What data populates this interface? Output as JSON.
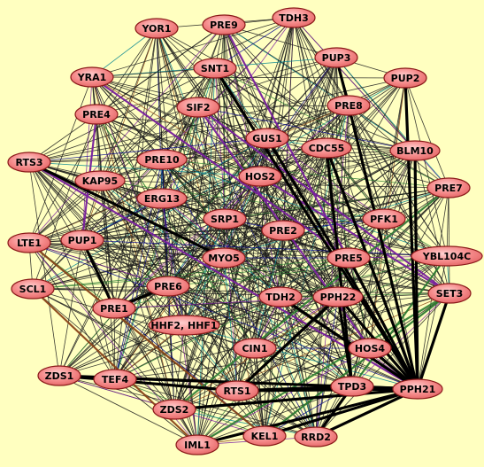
{
  "colors": {
    "background": "#ffffc0",
    "node_fill": "#f58a8a",
    "node_stroke": "#8b1a1a",
    "edge_default": "#1a1a1a",
    "edge_secondary": [
      "#2e7d32",
      "#7b1fa2",
      "#8b4513",
      "#00838f",
      "#00008b"
    ]
  },
  "nodes": [
    {
      "id": "YOR1",
      "label": "YOR1"
    },
    {
      "id": "PRE9",
      "label": "PRE9"
    },
    {
      "id": "TDH3",
      "label": "TDH3"
    },
    {
      "id": "PUP3",
      "label": "PUP3"
    },
    {
      "id": "PUP2",
      "label": "PUP2"
    },
    {
      "id": "SNT1",
      "label": "SNT1"
    },
    {
      "id": "YRA1",
      "label": "YRA1"
    },
    {
      "id": "PRE8",
      "label": "PRE8"
    },
    {
      "id": "SIF2",
      "label": "SIF2"
    },
    {
      "id": "PRE4",
      "label": "PRE4"
    },
    {
      "id": "GUS1",
      "label": "GUS1"
    },
    {
      "id": "CDC55",
      "label": "CDC55"
    },
    {
      "id": "BLM10",
      "label": "BLM10"
    },
    {
      "id": "RTS3",
      "label": "RTS3"
    },
    {
      "id": "PRE10",
      "label": "PRE10"
    },
    {
      "id": "KAP95",
      "label": "KAP95"
    },
    {
      "id": "HOS2",
      "label": "HOS2"
    },
    {
      "id": "PRE7",
      "label": "PRE7"
    },
    {
      "id": "ERG13",
      "label": "ERG13"
    },
    {
      "id": "SRP1",
      "label": "SRP1"
    },
    {
      "id": "PFK1",
      "label": "PFK1"
    },
    {
      "id": "PRE2",
      "label": "PRE2"
    },
    {
      "id": "LTE1",
      "label": "LTE1"
    },
    {
      "id": "PUP1",
      "label": "PUP1"
    },
    {
      "id": "YBL104C",
      "label": "YBL104C"
    },
    {
      "id": "MYO5",
      "label": "MYO5"
    },
    {
      "id": "PRE5",
      "label": "PRE5"
    },
    {
      "id": "SCL1",
      "label": "SCL1"
    },
    {
      "id": "PRE6",
      "label": "PRE6"
    },
    {
      "id": "SET3",
      "label": "SET3"
    },
    {
      "id": "TDH2",
      "label": "TDH2"
    },
    {
      "id": "PPH22",
      "label": "PPH22"
    },
    {
      "id": "PRE1",
      "label": "PRE1"
    },
    {
      "id": "HHF2_HHF1",
      "label": "HHF2, HHF1"
    },
    {
      "id": "CIN1",
      "label": "CIN1"
    },
    {
      "id": "HOS4",
      "label": "HOS4"
    },
    {
      "id": "ZDS1",
      "label": "ZDS1"
    },
    {
      "id": "TEF4",
      "label": "TEF4"
    },
    {
      "id": "RTS1",
      "label": "RTS1"
    },
    {
      "id": "TPD3",
      "label": "TPD3"
    },
    {
      "id": "PPH21",
      "label": "PPH21"
    },
    {
      "id": "ZDS2",
      "label": "ZDS2"
    },
    {
      "id": "KEL1",
      "label": "KEL1"
    },
    {
      "id": "RRD2",
      "label": "RRD2"
    },
    {
      "id": "IML1",
      "label": "IML1"
    }
  ],
  "heavy_edges": [
    [
      "PPH21",
      "TPD3"
    ],
    [
      "PPH21",
      "RTS1"
    ],
    [
      "PPH21",
      "CDC55"
    ],
    [
      "PPH21",
      "PPH22"
    ],
    [
      "PPH21",
      "HOS4"
    ],
    [
      "PPH21",
      "SET3"
    ],
    [
      "PPH21",
      "PRE5"
    ],
    [
      "PPH21",
      "ZDS1"
    ],
    [
      "PPH21",
      "ZDS2"
    ],
    [
      "PPH21",
      "RRD2"
    ],
    [
      "PPH21",
      "TDH2"
    ],
    [
      "PPH21",
      "PUP2"
    ],
    [
      "PPH21",
      "SNT1"
    ],
    [
      "PPH21",
      "PRE8"
    ],
    [
      "PPH21",
      "BLM10"
    ],
    [
      "TPD3",
      "RTS1"
    ],
    [
      "TPD3",
      "CDC55"
    ],
    [
      "TPD3",
      "PPH22"
    ],
    [
      "TPD3",
      "RRD2"
    ],
    [
      "PPH22",
      "RTS1"
    ],
    [
      "PRE1",
      "PRE6"
    ],
    [
      "PRE1",
      "PUP1"
    ],
    [
      "RTS3",
      "MYO5"
    ],
    [
      "RTS1",
      "ZDS1"
    ],
    [
      "KEL1",
      "PPH21"
    ],
    [
      "IML1",
      "PPH21"
    ],
    [
      "PUP3",
      "PRE8"
    ],
    [
      "GUS1",
      "PPH21"
    ]
  ],
  "colored_edges": [
    [
      "RTS3",
      "PPH21",
      1
    ],
    [
      "GUS1",
      "PPH21",
      4
    ],
    [
      "SET3",
      "KEL1",
      0
    ],
    [
      "SET3",
      "IML1",
      0
    ],
    [
      "PRE9",
      "PPH21",
      1
    ],
    [
      "YRA1",
      "PRE5",
      1
    ],
    [
      "ZDS1",
      "TPD3",
      5
    ],
    [
      "TEF4",
      "RTS1",
      5
    ],
    [
      "PRE4",
      "PUP1",
      1
    ],
    [
      "SIF2",
      "HOS4",
      1
    ],
    [
      "SIF2",
      "SET3",
      1
    ],
    [
      "HOS2",
      "SET3",
      1
    ],
    [
      "LTE1",
      "KEL1",
      2
    ],
    [
      "SCL1",
      "IML1",
      2
    ],
    [
      "PRE7",
      "ZDS2",
      0
    ],
    [
      "YBL104C",
      "RRD2",
      0
    ]
  ]
}
